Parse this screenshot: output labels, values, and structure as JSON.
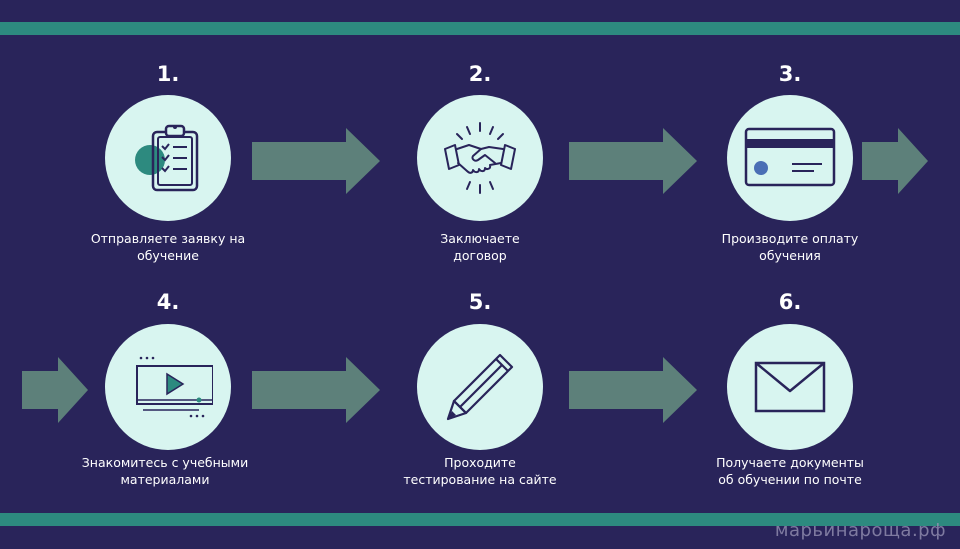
{
  "steps": [
    {
      "number": "1.",
      "caption_line1": "Отправляете заявку на",
      "caption_line2": "обучение",
      "icon": "clipboard-icon"
    },
    {
      "number": "2.",
      "caption_line1": "Заключаете",
      "caption_line2": "договор",
      "icon": "handshake-icon"
    },
    {
      "number": "3.",
      "caption_line1": "Производите оплату",
      "caption_line2": "обучения",
      "icon": "credit-card-icon"
    },
    {
      "number": "4.",
      "caption_line1": "Знакомитесь с учебными",
      "caption_line2": "материалами",
      "icon": "video-player-icon"
    },
    {
      "number": "5.",
      "caption_line1": "Проходите",
      "caption_line2": "тестирование на сайте",
      "icon": "pencil-icon"
    },
    {
      "number": "6.",
      "caption_line1": "Получаете документы",
      "caption_line2": "об обучении по почте",
      "icon": "envelope-icon"
    }
  ],
  "watermark": "марьинароща.рф",
  "colors": {
    "background": "#29245a",
    "band": "#2d8a7f",
    "circle": "#d8f5f0",
    "arrow": "#5d807a",
    "icon_stroke": "#29245a",
    "icon_accent": "#2d8a7f"
  }
}
